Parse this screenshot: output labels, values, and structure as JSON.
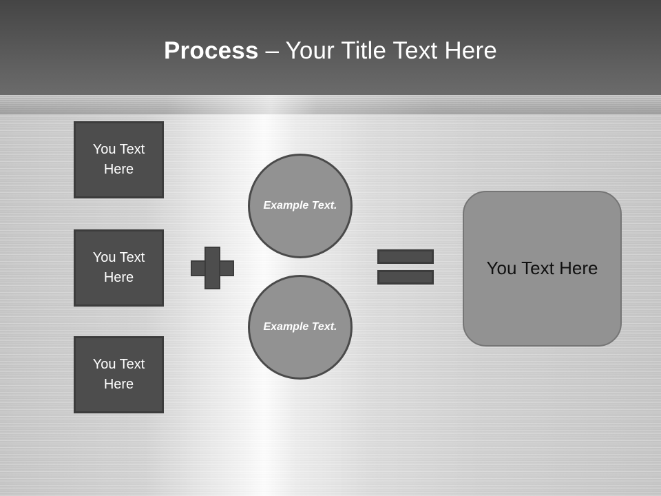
{
  "slide": {
    "header": {
      "title_strong": "Process",
      "title_rest": " – Your Title Text Here"
    },
    "inputs": [
      {
        "label": "You Text Here"
      },
      {
        "label": "You Text Here"
      },
      {
        "label": "You Text Here"
      }
    ],
    "operators": {
      "plus": "+",
      "equals": "="
    },
    "circles": [
      {
        "label": "Example Text."
      },
      {
        "label": "Example Text."
      }
    ],
    "result": {
      "label": "You Text Here"
    },
    "colors": {
      "header_top": "#454545",
      "header_bottom": "#6b6b6b",
      "dark_box_fill": "#4d4d4d",
      "dark_box_border": "#3c3c3c",
      "circle_fill": "#929292",
      "circle_border": "#4a4a4a",
      "result_fill": "#929292",
      "result_border": "#757575",
      "background": "#cccccc",
      "title_text": "#ffffff",
      "result_text": "#101010"
    }
  }
}
